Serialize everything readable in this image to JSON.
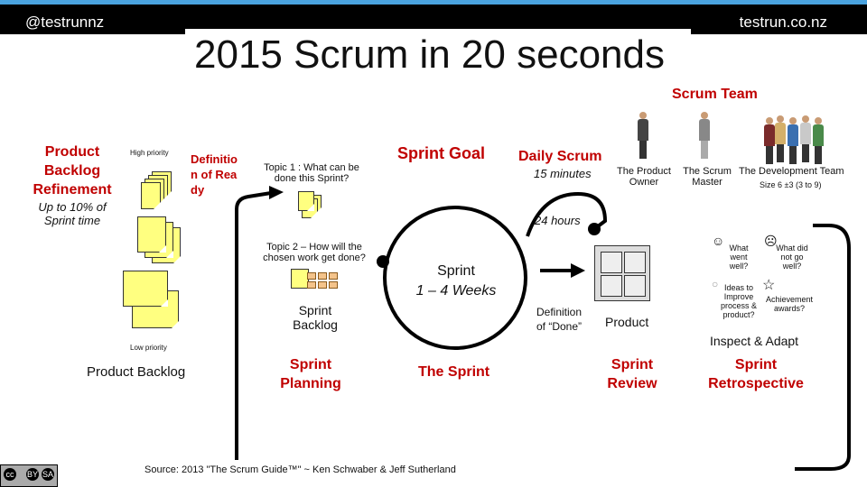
{
  "header": {
    "handle": "@testrunnz",
    "site": "testrun.co.nz",
    "title": "2015 Scrum in 20 seconds"
  },
  "team": {
    "heading": "Scrum Team",
    "product_owner": "The Product Owner",
    "scrum_master": "The Scrum Master",
    "dev_team": "The Development Team",
    "size": "Size 6 ±3 (3 to 9)"
  },
  "refinement": {
    "title": "Product Backlog Refinement",
    "note": "Up to 10% of Sprint time"
  },
  "backlog": {
    "high": "High priority",
    "low": "Low priority",
    "label": "Product Backlog"
  },
  "dor": "Definition of Ready",
  "planning": {
    "topic1": "Topic 1 : What can be done this Sprint?",
    "topic2": "Topic 2 – How will the chosen work get done?",
    "sprint_backlog": "Sprint Backlog",
    "label": "Sprint Planning"
  },
  "sprint": {
    "goal": "Sprint Goal",
    "name": "Sprint",
    "length": "1 – 4 Weeks",
    "label": "The Sprint",
    "hours": "24 hours"
  },
  "daily": {
    "title": "Daily Scrum",
    "duration": "15 minutes"
  },
  "dod": "Definition of “Done”",
  "review": {
    "product": "Product",
    "label": "Sprint Review"
  },
  "retro": {
    "went_well": "What went well?",
    "not_well": "What did not go well?",
    "ideas": "Ideas to Improve process & product?",
    "awards": "Achievement awards?",
    "inspect": "Inspect & Adapt",
    "label": "Sprint Retrospective"
  },
  "source": "Source: 2013 \"The Scrum Guide™\" ~ Ken Schwaber & Jeff Sutherland",
  "license": {
    "cc": "cc",
    "by": "BY",
    "sa": "SA"
  }
}
